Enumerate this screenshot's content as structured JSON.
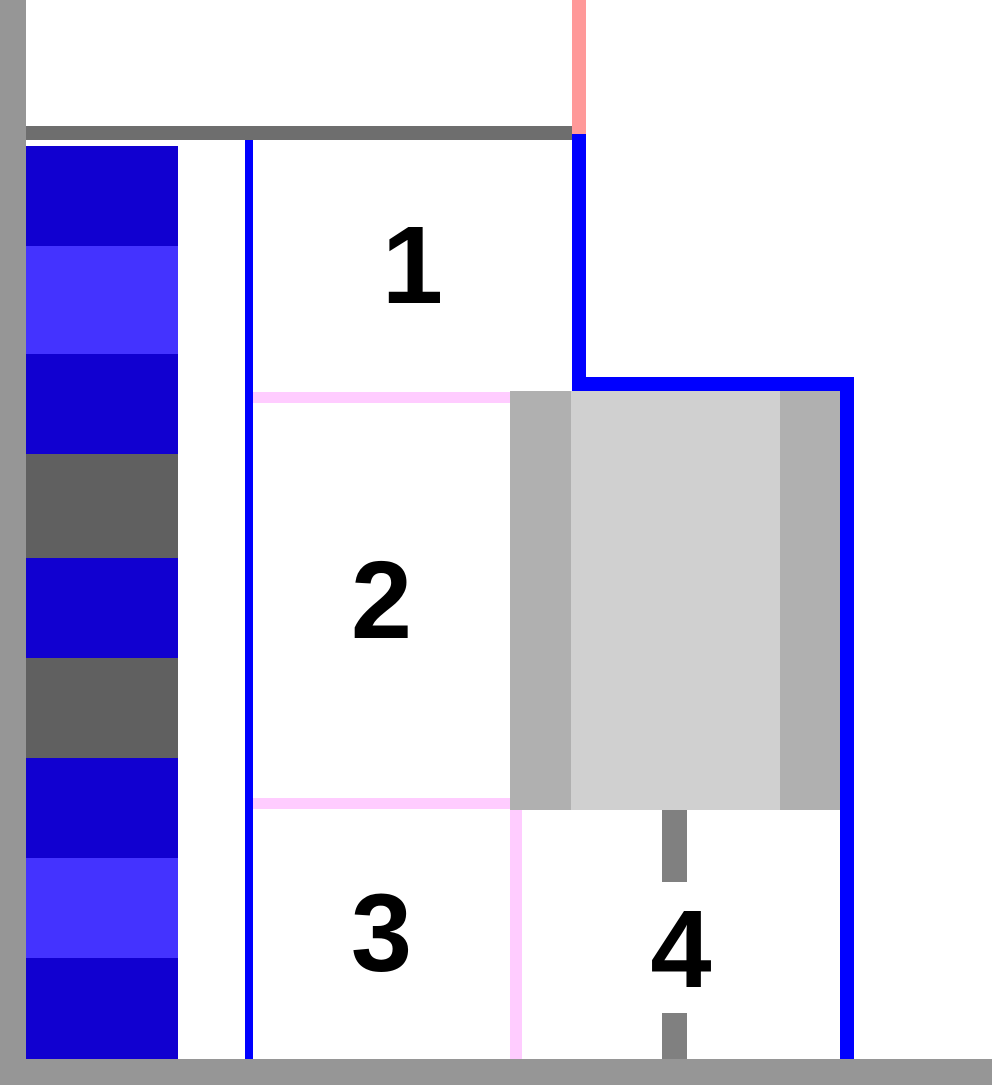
{
  "rooms": [
    {
      "id": "room-1",
      "label": "1"
    },
    {
      "id": "room-2",
      "label": "2"
    },
    {
      "id": "room-3",
      "label": "3"
    },
    {
      "id": "room-4",
      "label": "4"
    }
  ],
  "colors": {
    "wall": "#969696",
    "wall_dark": "#6e6e6e",
    "boundary": "#0000ff",
    "partition": "#ffccff",
    "top_marker": "#ff9999",
    "stair_dark_blue": "#1100d0",
    "stair_light_blue": "#4433ff",
    "stair_gray": "#606060",
    "elevator_outer": "#b0b0b0",
    "elevator_inner": "#d0d0d0",
    "divider_dash": "#808080"
  },
  "stair_steps": [
    "dark-blue",
    "light-blue",
    "dark-blue",
    "gray",
    "dark-blue",
    "gray",
    "dark-blue",
    "light-blue",
    "dark-blue"
  ]
}
